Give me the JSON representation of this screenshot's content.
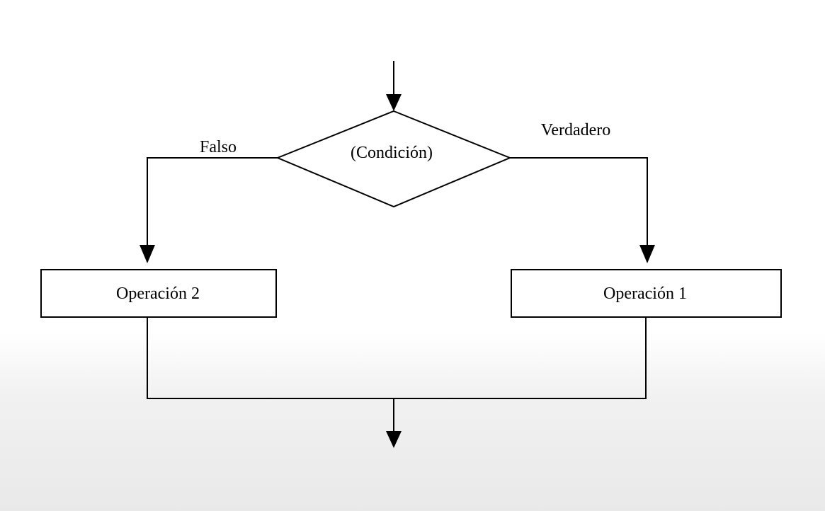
{
  "diagram": {
    "condition": "(Condición)",
    "false_label": "Falso",
    "true_label": "Verdadero",
    "operation_false": "Operación 2",
    "operation_true": "Operación 1"
  },
  "colors": {
    "stroke": "#000000",
    "box_fill": "#ffffff",
    "background": "#ffffff"
  }
}
